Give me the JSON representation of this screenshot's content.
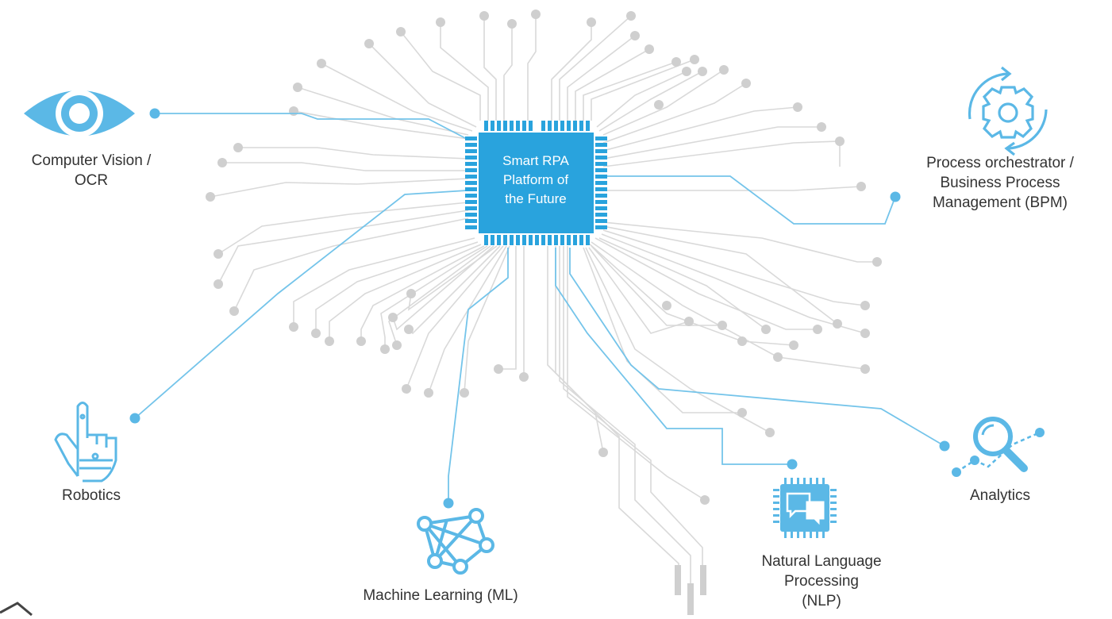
{
  "center": {
    "lines": [
      "Smart RPA",
      "Platform of",
      "the Future"
    ]
  },
  "capabilities": {
    "computer_vision": {
      "lines": [
        "Computer Vision /",
        "OCR"
      ],
      "icon": "eye-icon"
    },
    "process_orchestrator": {
      "lines": [
        "Process orchestrator /",
        "Business Process",
        "Management (BPM)"
      ],
      "icon": "gear-sync-icon"
    },
    "robotics": {
      "lines": [
        "Robotics"
      ],
      "icon": "robot-hand-icon"
    },
    "machine_learning": {
      "lines": [
        "Machine Learning (ML)"
      ],
      "icon": "network-icon"
    },
    "nlp": {
      "lines": [
        "Natural Language",
        "Processing",
        "(NLP)"
      ],
      "icon": "chat-chip-icon"
    },
    "analytics": {
      "lines": [
        "Analytics"
      ],
      "icon": "magnifier-analytics-icon"
    }
  },
  "colors": {
    "accent": "#29a3dd",
    "accent_light": "#74c4ea",
    "trace": "#d9d9d9",
    "node": "#cfcfcf",
    "text": "#333333"
  }
}
